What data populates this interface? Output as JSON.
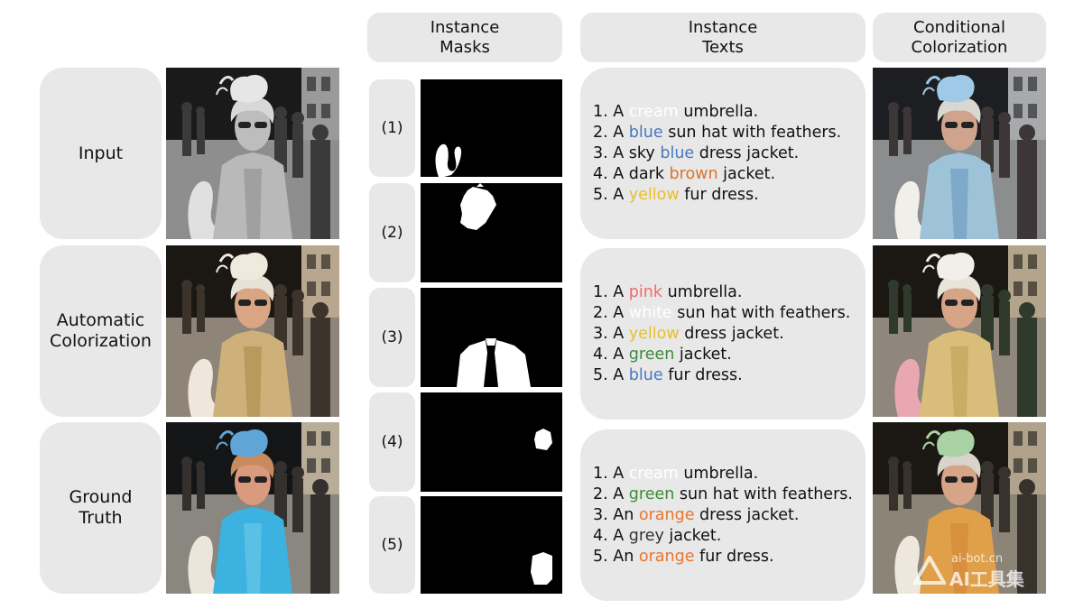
{
  "headers": {
    "masks": "Instance\nMasks",
    "texts": "Instance\nTexts",
    "cond": "Conditional\nColorization"
  },
  "row_labels": [
    "Input",
    "Automatic\nColorization",
    "Ground\nTruth"
  ],
  "mask_indices": [
    "(1)",
    "(2)",
    "(3)",
    "(4)",
    "(5)"
  ],
  "palette": {
    "cream": "#ffffff",
    "blue": "#4a78c0",
    "brown": "#d9742a",
    "yellow": "#e7c02c",
    "pink": "#ef6a6a",
    "white": "#ffffff",
    "green": "#3d8a3a",
    "orange": "#e8762d",
    "grey": "#333333",
    "plain": "#111111"
  },
  "text_sets": [
    [
      {
        "pre": "1. A ",
        "word": "cream",
        "color": "cream",
        "post": " umbrella."
      },
      {
        "pre": "2. A ",
        "word": "blue",
        "color": "blue",
        "post": " sun hat with feathers."
      },
      {
        "pre": "3. A sky ",
        "word": "blue",
        "color": "blue",
        "post": " dress jacket."
      },
      {
        "pre": "4. A dark ",
        "word": "brown",
        "color": "brown",
        "post": " jacket."
      },
      {
        "pre": "5. A ",
        "word": "yellow",
        "color": "yellow",
        "post": " fur dress."
      }
    ],
    [
      {
        "pre": "1. A ",
        "word": "pink",
        "color": "pink",
        "post": " umbrella."
      },
      {
        "pre": "2. A ",
        "word": "white",
        "color": "white",
        "post": " sun hat with feathers."
      },
      {
        "pre": "3. A ",
        "word": "yellow",
        "color": "yellow",
        "post": " dress jacket."
      },
      {
        "pre": "4. A ",
        "word": "green",
        "color": "green",
        "post": " jacket."
      },
      {
        "pre": "5. A ",
        "word": "blue",
        "color": "blue",
        "post": " fur dress."
      }
    ],
    [
      {
        "pre": "1. A ",
        "word": "cream",
        "color": "cream",
        "post": " umbrella."
      },
      {
        "pre": "2. A ",
        "word": "green",
        "color": "green",
        "post": " sun hat with feathers."
      },
      {
        "pre": "3. An ",
        "word": "orange",
        "color": "orange",
        "post": " dress jacket."
      },
      {
        "pre": "4. A ",
        "word": "grey",
        "color": "grey",
        "post": " jacket."
      },
      {
        "pre": "5. An ",
        "word": "orange",
        "color": "orange",
        "post": " fur dress."
      }
    ]
  ],
  "photos": {
    "input": {
      "sky": "#1a1a1a",
      "ground": "#8e8e8e",
      "building": "#9a9a9a",
      "hat": "#e6e6e6",
      "face": "#bdbdbd",
      "jacket": "#b9b9b9",
      "dress": "#a0a0a0",
      "hair": "#d8d8d8",
      "umbrella": "#e0e0e0",
      "crowd": "#3a3a3a"
    },
    "auto": {
      "sky": "#1b1712",
      "ground": "#8f8478",
      "building": "#b8a68e",
      "hat": "#efe9de",
      "face": "#d9a585",
      "jacket": "#cdb07a",
      "dress": "#b89a5c",
      "hair": "#e8e2d6",
      "umbrella": "#efe7dc",
      "crowd": "#3c332b"
    },
    "gt": {
      "sky": "#141517",
      "ground": "#8a8680",
      "building": "#b9ad98",
      "hat": "#5fa6d6",
      "face": "#d99a7e",
      "jacket": "#3bb2e0",
      "dress": "#5bc0e6",
      "hair": "#c98a5e",
      "umbrella": "#ece6da",
      "crowd": "#34302d"
    },
    "c1": {
      "sky": "#1c1e22",
      "ground": "#8c8d8f",
      "building": "#a7a9ab",
      "hat": "#9fc9e6",
      "face": "#cfa38c",
      "jacket": "#9ec3d8",
      "dress": "#7fa9c8",
      "hair": "#d9d7d2",
      "umbrella": "#f0efea",
      "crowd": "#3d3636"
    },
    "c2": {
      "sky": "#1b1813",
      "ground": "#8f877c",
      "building": "#b3a48c",
      "hat": "#f2efe9",
      "face": "#d6a487",
      "jacket": "#d9bd7a",
      "dress": "#c9ad64",
      "hair": "#e8e4da",
      "umbrella": "#e9a7b2",
      "crowd": "#2f3a2c"
    },
    "c3": {
      "sky": "#1b1814",
      "ground": "#8d8478",
      "building": "#b0a28b",
      "hat": "#a9d3a4",
      "face": "#d6a487",
      "jacket": "#e0a04a",
      "dress": "#d88f3e",
      "hair": "#d8d4cc",
      "umbrella": "#eee8dc",
      "crowd": "#37322c"
    }
  }
}
